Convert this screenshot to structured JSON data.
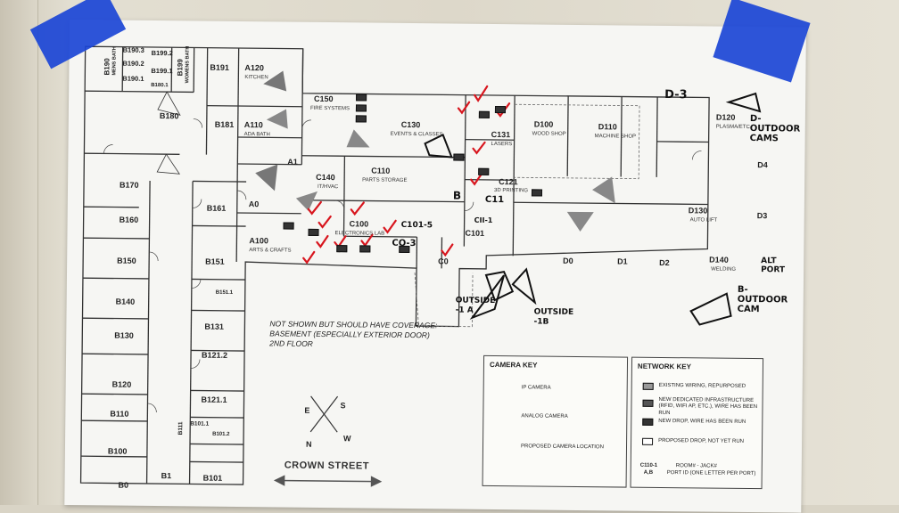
{
  "rooms": {
    "b190": "B190",
    "b190_sub": "MENS BATH",
    "b199": "B199",
    "b199_sub": "WOMENS BATH",
    "b190_3": "B190.3",
    "b190_2": "B190.2",
    "b190_1": "B190.1",
    "b199_2": "B199.2",
    "b199_1": "B199.1",
    "b180_1": "B180.1",
    "b191": "B191",
    "b180": "B180",
    "b181": "B181",
    "b170": "B170",
    "b161": "B161",
    "b160": "B160",
    "b150": "B150",
    "b151": "B151",
    "b151_1": "B151.1",
    "b140": "B140",
    "b131": "B131",
    "b130": "B130",
    "b121_2": "B121.2",
    "b120": "B120",
    "b121_1": "B121.1",
    "b110": "B110",
    "b111": "B111",
    "b101_1": "B101.1",
    "b101_2": "B101.2",
    "b100": "B100",
    "b1": "B1",
    "b101": "B101",
    "b0": "B0",
    "a120": "A120",
    "a120_sub": "KITCHEN",
    "a110": "A110",
    "a110_sub": "ADA BATH",
    "a1": "A1",
    "a0": "A0",
    "a100": "A100",
    "a100_sub": "ARTS & CRAFTS",
    "c150": "C150",
    "c150_sub": "FIRE SYSTEMS",
    "c140": "C140",
    "c140_sub": "IT/HVAC",
    "c130": "C130",
    "c130_sub": "EVENTS & CLASSES",
    "c110": "C110",
    "c110_sub": "PARTS STORAGE",
    "c100": "C100",
    "c100_sub": "ELECTRONICS LAB",
    "c131": "C131",
    "c131_sub": "LASERS",
    "c121": "C121",
    "c121_sub": "3D PRINTING",
    "c101": "C101",
    "c0": "C0",
    "d100": "D100",
    "d100_sub": "WOOD SHOP",
    "d110": "D110",
    "d110_sub": "MACHINE SHOP",
    "d120": "D120",
    "d120_sub": "PLASMA/ETC",
    "d130": "D130",
    "d130_sub": "AUTO LIFT",
    "d140": "D140",
    "d140_sub": "WELDING",
    "d0": "D0",
    "d1": "D1",
    "d2": "D2",
    "d3": "D3",
    "d4": "D4"
  },
  "note": {
    "line1": "NOT SHOWN BUT SHOULD HAVE COVERAGE:",
    "line2": "BASEMENT (ESPECIALLY EXTERIOR DOOR)",
    "line3": "2ND FLOOR"
  },
  "compass": {
    "s": "S",
    "e": "E",
    "n": "N",
    "w": "W"
  },
  "street": "CROWN STREET",
  "camera_key": {
    "title": "CAMERA KEY",
    "ip": "IP CAMERA",
    "analog": "ANALOG CAMERA",
    "proposed": "PROPOSED CAMERA LOCATION"
  },
  "network_key": {
    "title": "NETWORK KEY",
    "existing": "EXISTING WIRING, REPURPOSED",
    "new_infra_1": "NEW DEDICATED INFRASTRUCTURE",
    "new_infra_2": "(RFID, WIFI AP, ETC.), WIRE HAS BEEN RUN",
    "new_drop": "NEW DROP, WIRE HAS BEEN RUN",
    "proposed_drop": "PROPOSED DROP, NOT YET RUN",
    "sample_jack": "C110-1",
    "sample_port": "A,B",
    "room_jack": "ROOM# - JACK#",
    "port_id": "PORT ID (ONE LETTER PER PORT)"
  },
  "handwriting": {
    "d3": "D-3",
    "d_outdoor": "D-OUTDOOR CAMS",
    "c11": "C11",
    "cii1": "CII-1",
    "c101_5": "C101-5",
    "co3": "CO-3",
    "outside_1a": "OUTSIDE -1 A",
    "outside_1b": "OUTSIDE -1B",
    "b_outdoor": "B-OUTDOOR CAM",
    "alt_port": "ALT PORT",
    "b_mark": "B"
  },
  "colors": {
    "tape": "#1b45d6",
    "check": "#d8161e",
    "ink": "#111111",
    "paper": "#f6f6f3"
  }
}
